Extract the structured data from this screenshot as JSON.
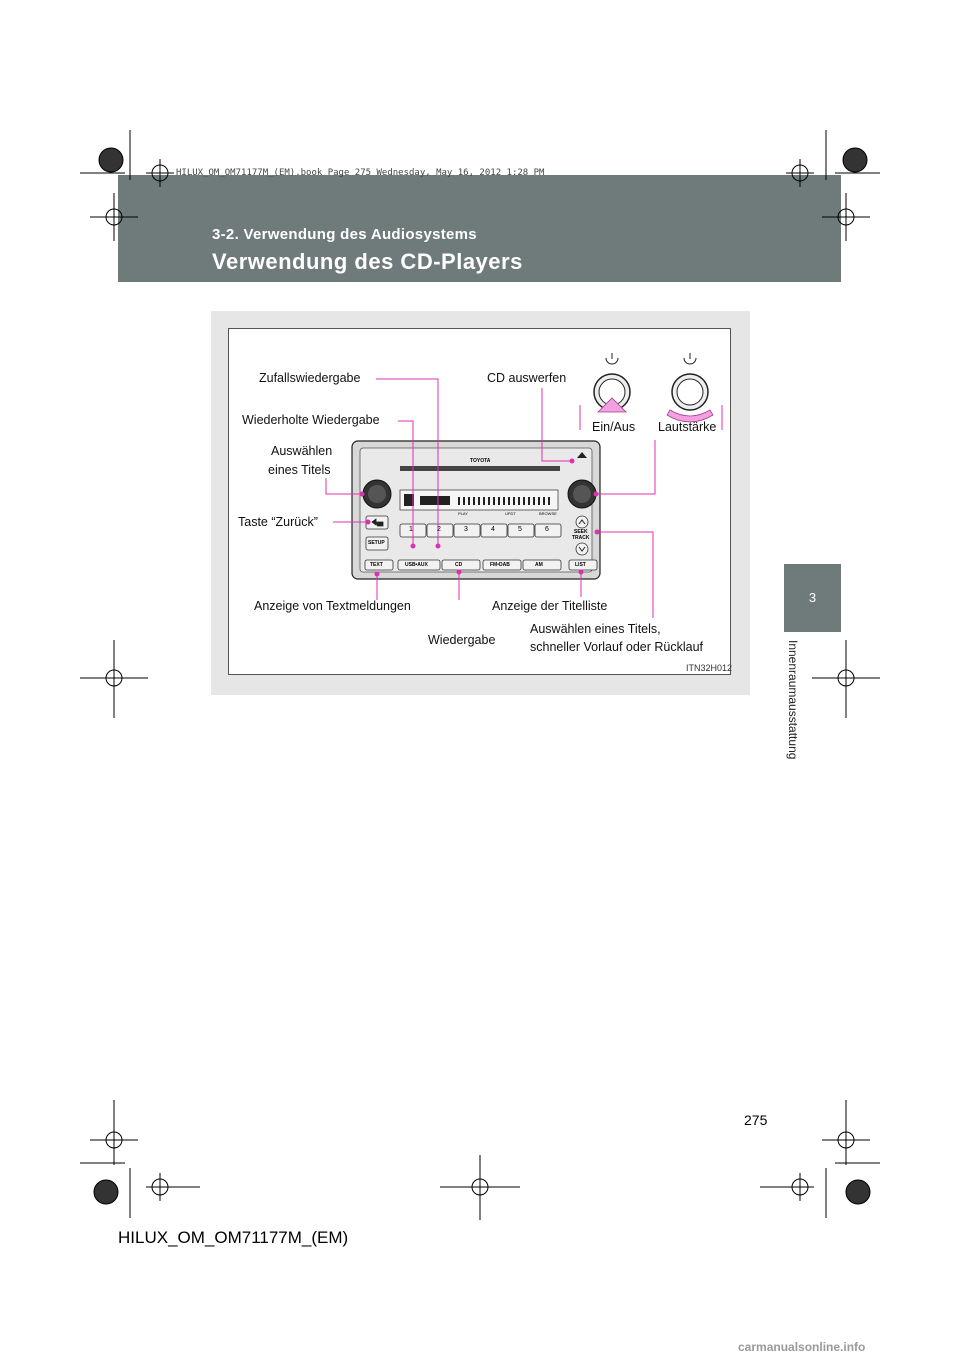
{
  "header": {
    "section": "3-2. Verwendung des Audiosystems",
    "title": "Verwendung des CD-Players",
    "print_info": "HILUX_OM_OM71177M_(EM).book  Page 275  Wednesday, May 16, 2012  1:28 PM"
  },
  "side_tab": {
    "number": "3",
    "label": "Innenraumausstattung"
  },
  "figure": {
    "callouts": {
      "random": "Zufallswiedergabe",
      "repeat": "Wiederholte Wiedergabe",
      "select_track_1": "Auswählen",
      "select_track_2": "eines Titels",
      "back": "Taste “Zurück”",
      "eject": "CD auswerfen",
      "power": "Ein/Aus",
      "volume": "Lautstärke",
      "text_display": "Anzeige von Textmeldungen",
      "play": "Wiedergabe",
      "list_display": "Anzeige der Titelliste",
      "seek_1": "Auswählen eines Titels,",
      "seek_2": "schneller Vorlauf oder Rücklauf"
    },
    "unit": {
      "brand": "TOYOTA",
      "presets": [
        "1",
        "2",
        "3",
        "4",
        "5",
        "6"
      ],
      "setup": "SETUP",
      "seek": "SEEK",
      "track": "TRACK",
      "browse": "BROWSE",
      "play": "PLAY",
      "updt": "UPDT",
      "buttons": [
        "TEXT",
        "USB•AUX",
        "CD",
        "FM•DAB",
        "AM",
        "LIST"
      ]
    },
    "code": "ITN32H012"
  },
  "page_number": "275",
  "footer": "HILUX_OM_OM71177M_(EM)",
  "watermark": "carmanualsonline.info"
}
